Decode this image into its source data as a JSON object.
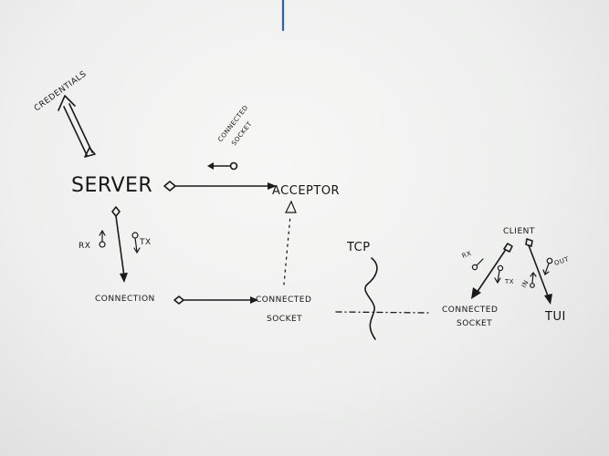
{
  "labels": {
    "server": "SERVER",
    "acceptor": "ACCEPTOR",
    "credentials": "CREDENTIALS",
    "connected_socket_note_1": "CONNECTED",
    "connected_socket_note_2": "SOCKET",
    "rx_left": "RX",
    "tx_left": "TX",
    "connection": "CONNECTION",
    "connected_socket_1": "CONNECTED",
    "connected_socket_2": "SOCKET",
    "tcp": "TCP",
    "client": "CLIENT",
    "rx_right": "RX",
    "tx_right": "TX",
    "in": "IN",
    "out": "OUT",
    "tui": "TUI",
    "client_socket_1": "CONNECTED",
    "client_socket_2": "SOCKET"
  },
  "colors": {
    "ink": "#1a1a1a",
    "marker_blue": "#2f5fb8",
    "board": "#f2f2f1"
  }
}
